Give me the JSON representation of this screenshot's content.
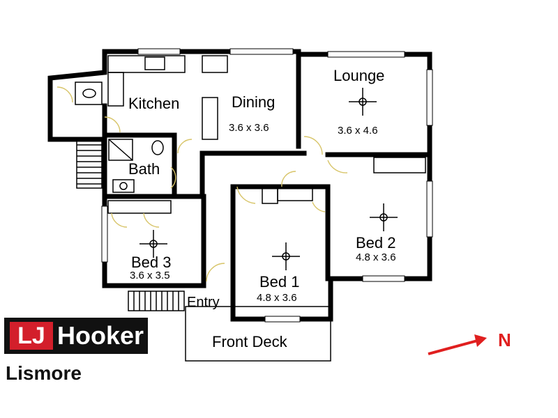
{
  "rooms": {
    "kitchen": {
      "name": "Kitchen"
    },
    "dining": {
      "name": "Dining",
      "size": "3.6 x 3.6"
    },
    "lounge": {
      "name": "Lounge",
      "size": "3.6 x 4.6"
    },
    "bath": {
      "name": "Bath"
    },
    "bed1": {
      "name": "Bed 1",
      "size": "4.8 x 3.6"
    },
    "bed2": {
      "name": "Bed 2",
      "size": "4.8 x 3.6"
    },
    "bed3": {
      "name": "Bed 3",
      "size": "3.6 x 3.5"
    },
    "entry": {
      "name": "Entry"
    },
    "front_deck": {
      "name": "Front Deck"
    }
  },
  "logo": {
    "mark": "LJ",
    "brand": "Hooker",
    "office": "Lismore"
  },
  "compass": {
    "label": "N",
    "color": "#e01f1f"
  },
  "colors": {
    "door_swing": "#d8c56a",
    "logo_red": "#d31f2b",
    "logo_dark": "#111111"
  }
}
